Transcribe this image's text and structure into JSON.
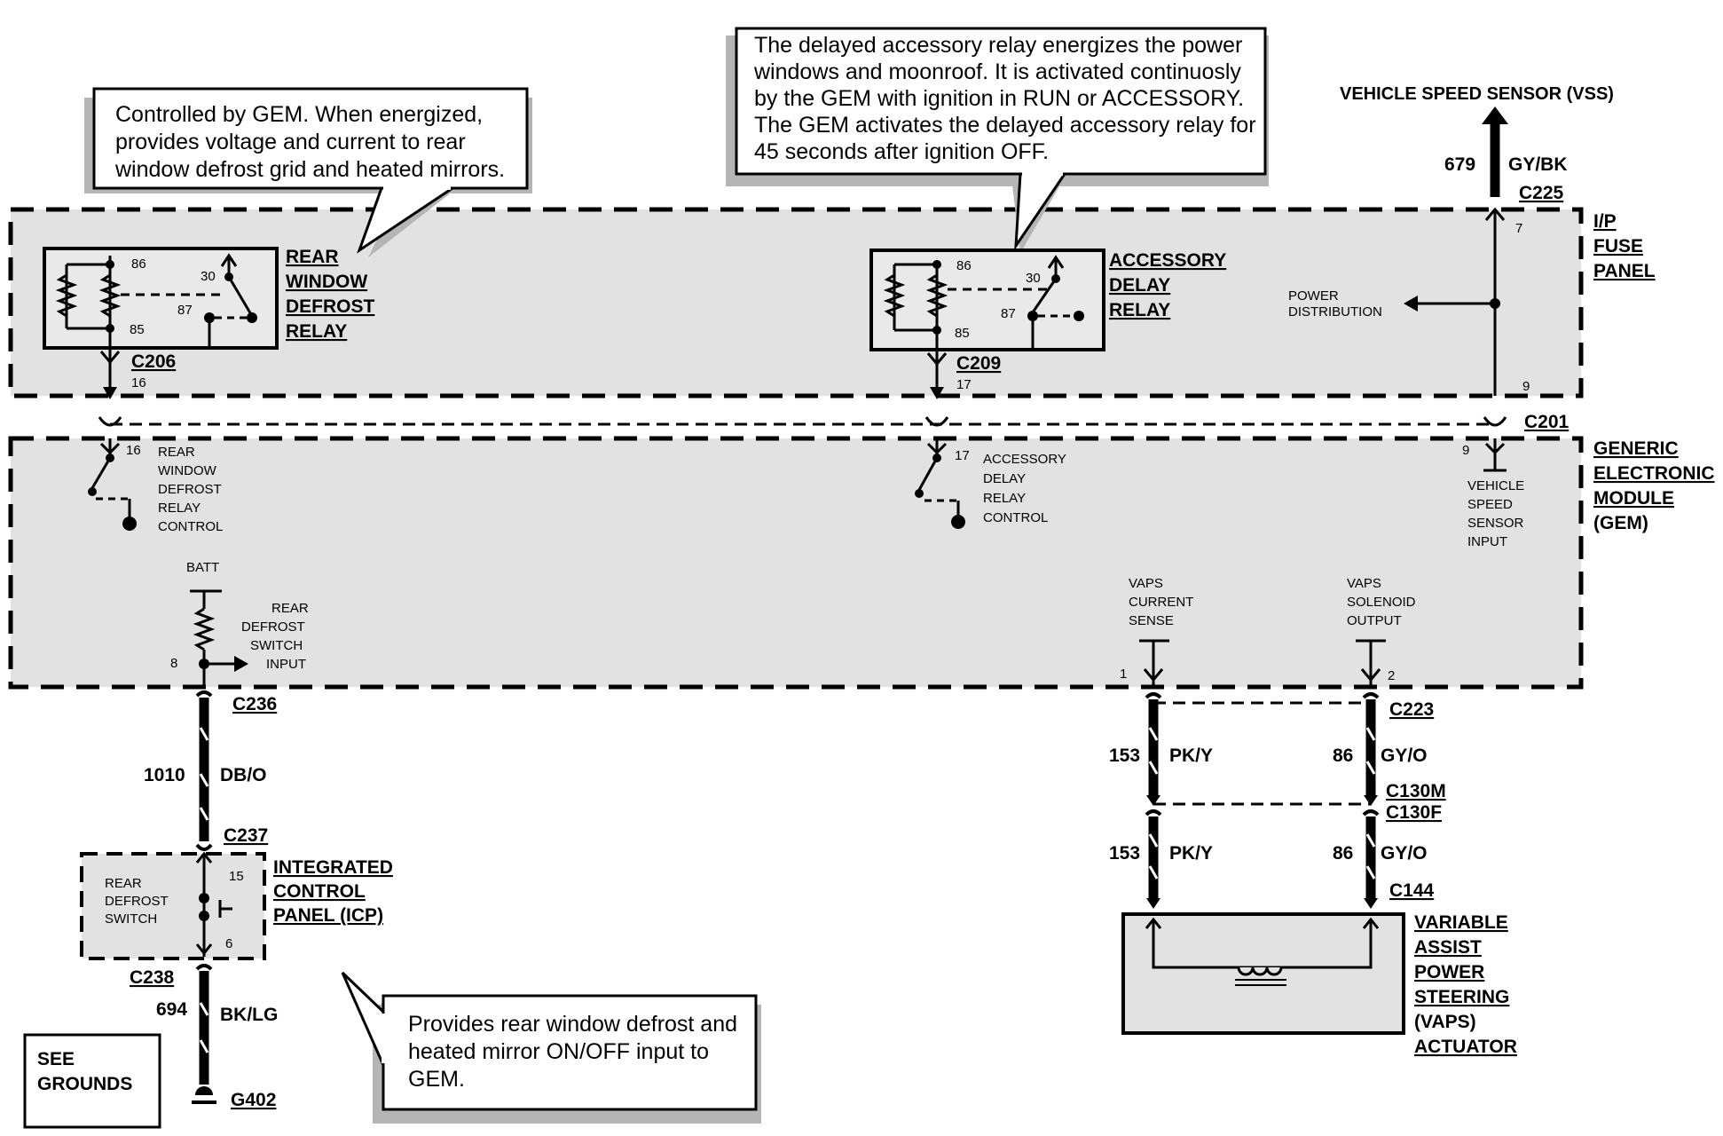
{
  "callouts": {
    "rear_defrost_relay": [
      "Controlled by GEM.  When energized,",
      "provides voltage and current to rear",
      "window defrost grid and heated mirrors."
    ],
    "accessory_delay": [
      "The delayed accessory relay energizes the power",
      "windows and moonroof.  It is activated continuosly",
      "by the GEM with ignition in RUN or ACCESSORY.",
      "The GEM activates the delayed accessory relay for",
      "45 seconds after ignition OFF."
    ],
    "rear_defrost_switch": [
      "Provides rear window defrost and",
      "heated mirror ON/OFF input to",
      "GEM."
    ]
  },
  "vss": {
    "title": "VEHICLE SPEED SENSOR (VSS)",
    "circuit": "679",
    "color": "GY/BK",
    "connector": "C225",
    "pin_top": "7",
    "pin_bottom": "9",
    "power_distribution": [
      "POWER",
      "DISTRIBUTION"
    ]
  },
  "fuse_panel": {
    "title": [
      "I/P",
      "FUSE",
      "PANEL"
    ]
  },
  "rear_defrost_relay": {
    "title": [
      "REAR",
      "WINDOW",
      "DEFROST",
      "RELAY"
    ],
    "pins": [
      "86",
      "85",
      "30",
      "87"
    ],
    "connector": "C206",
    "pin": "16"
  },
  "accessory_relay": {
    "title": [
      "ACCESSORY",
      "DELAY",
      "RELAY"
    ],
    "pins": [
      "86",
      "85",
      "30",
      "87"
    ],
    "connector": "C209",
    "pin": "17"
  },
  "c201": "C201",
  "gem": {
    "title": [
      "GENERIC",
      "ELECTRONIC",
      "MODULE",
      "(GEM)"
    ],
    "rwd_pin": "16",
    "rwd_label": [
      "REAR",
      "WINDOW",
      "DEFROST",
      "RELAY",
      "CONTROL"
    ],
    "acc_pin": "17",
    "acc_label": [
      "ACCESSORY",
      "DELAY",
      "RELAY",
      "CONTROL"
    ],
    "vss_pin": "9",
    "vss_label": [
      "VEHICLE",
      "SPEED",
      "SENSOR",
      "INPUT"
    ],
    "batt": "BATT",
    "switch_input_label": [
      "REAR",
      "DEFROST",
      "SWITCH",
      "INPUT"
    ],
    "switch_input_pin": "8",
    "vaps_sense_label": [
      "VAPS",
      "CURRENT",
      "SENSE"
    ],
    "vaps_sense_pin": "1",
    "vaps_output_label": [
      "VAPS",
      "SOLENOID",
      "OUTPUT"
    ],
    "vaps_output_pin": "2"
  },
  "left_harness": {
    "c236": "C236",
    "circuit": "1010",
    "color": "DB/O",
    "c237": "C237",
    "icp_title": [
      "INTEGRATED",
      "CONTROL",
      "PANEL (ICP)"
    ],
    "switch_label": [
      "REAR",
      "DEFROST",
      "SWITCH"
    ],
    "pin_in": "15",
    "pin_out": "6",
    "c238": "C238",
    "ground_circuit": "694",
    "ground_color": "BK/LG",
    "ground": "G402",
    "see_grounds": [
      "SEE",
      "GROUNDS"
    ]
  },
  "right_harness": {
    "c223": "C223",
    "left_circuit": "153",
    "left_color": "PK/Y",
    "right_circuit": "86",
    "right_color": "GY/O",
    "c130m": "C130M",
    "c130f": "C130F",
    "c144": "C144",
    "vaps_title": [
      "VARIABLE",
      "ASSIST",
      "POWER",
      "STEERING",
      "(VAPS)",
      "ACTUATOR"
    ]
  }
}
